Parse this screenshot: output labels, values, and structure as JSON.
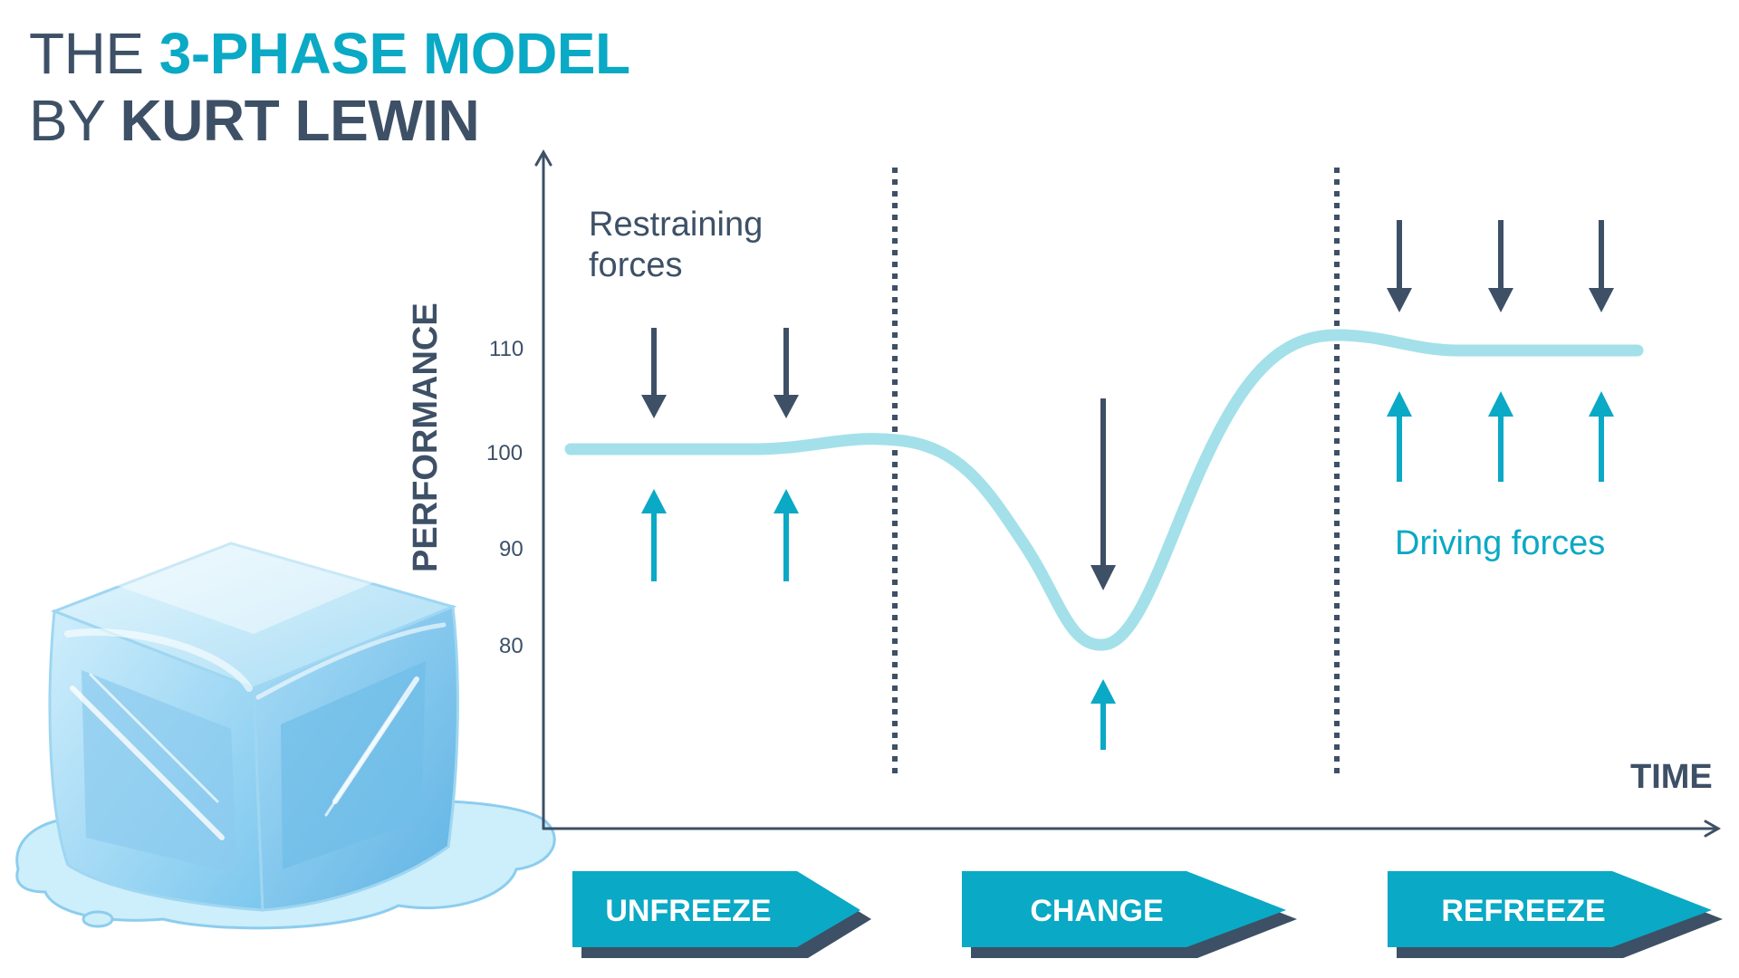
{
  "title": {
    "line1_prefix": "THE ",
    "line1_accent": "3-PHASE MODEL",
    "line2_prefix": "BY ",
    "line2_bold": "KURT LEWIN"
  },
  "axes": {
    "y_label": "PERFORMANCE",
    "x_label": "TIME",
    "y_ticks": [
      "110",
      "100",
      "90",
      "80"
    ]
  },
  "annotations": {
    "restraining_line1": "Restraining",
    "restraining_line2": "forces",
    "driving": "Driving forces"
  },
  "phases": [
    "UNFREEZE",
    "CHANGE",
    "REFREEZE"
  ],
  "colors": {
    "dark": "#3d5066",
    "accent": "#0aa9c5",
    "curve": "#a3e0ea",
    "phase_fill": "#0aa9c5",
    "phase_shadow": "#3d5066"
  },
  "icons": [
    "ice-cube-icon"
  ]
}
